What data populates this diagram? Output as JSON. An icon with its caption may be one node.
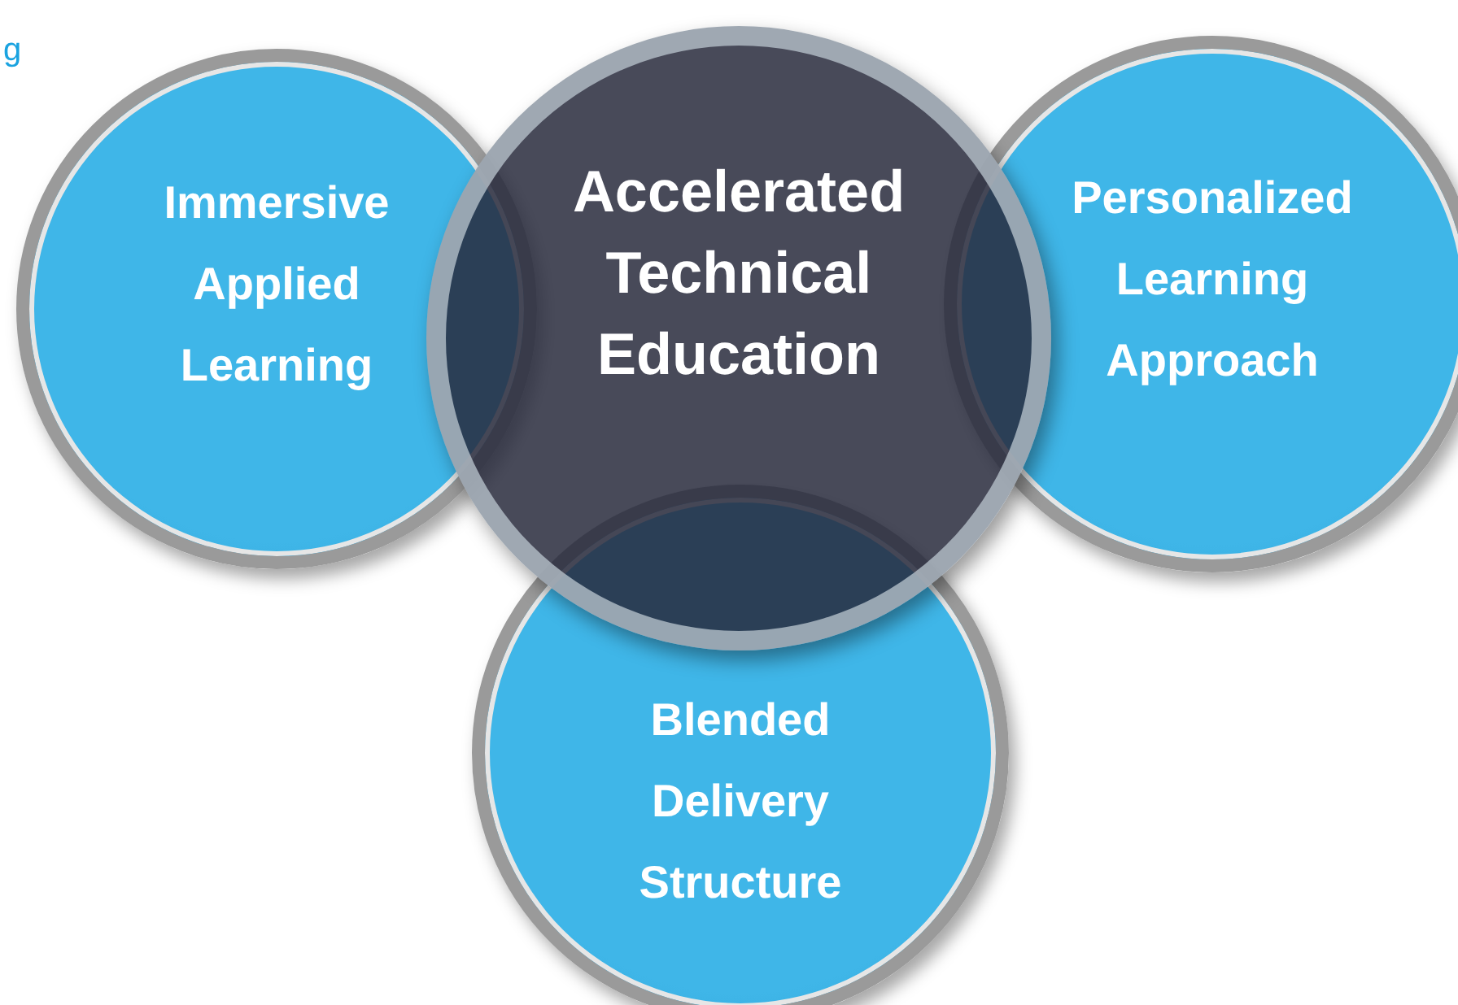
{
  "diagram": {
    "nodes": [
      {
        "text": [
          "Immersive Applied Learning"
        ]
      },
      {
        "text": [
          "Personalized Learning Approach"
        ]
      },
      {
        "text": [
          "Blended Delivery Structure"
        ]
      },
      {
        "text": [
          "Accelerated Technical Education"
        ]
      }
    ],
    "labels": [
      "g"
    ]
  }
}
